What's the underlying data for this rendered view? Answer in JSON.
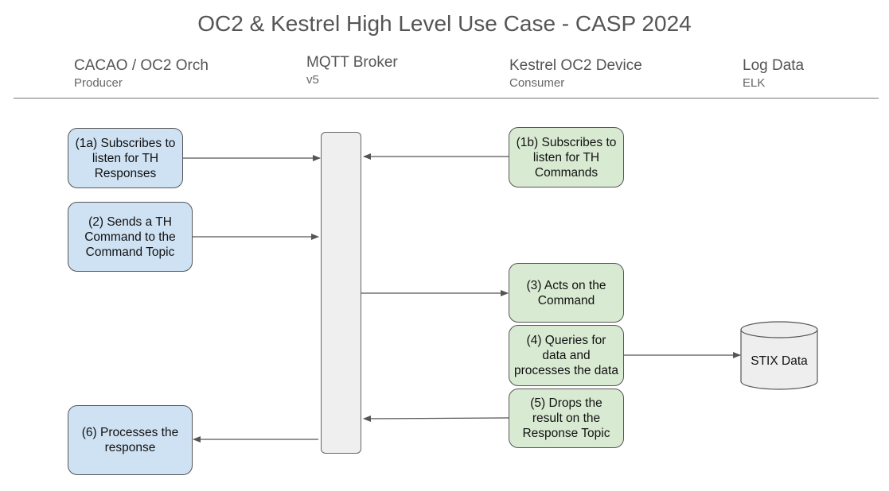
{
  "title": "OC2 & Kestrel High Level Use Case - CASP 2024",
  "lanes": [
    {
      "name": "CACAO / OC2 Orch",
      "role": "Producer"
    },
    {
      "name": "MQTT Broker",
      "role": "v5"
    },
    {
      "name": "Kestrel OC2 Device",
      "role": "Consumer"
    },
    {
      "name": "Log Data",
      "role": "ELK"
    }
  ],
  "steps": {
    "s1a": "(1a) Subscribes to listen for TH Responses",
    "s1b": "(1b) Subscribes to listen for TH Commands",
    "s2": "(2) Sends a TH Command to the Command Topic",
    "s3": "(3) Acts on the Command",
    "s4": "(4) Queries for data and processes the data",
    "s5": "(5) Drops the result on the Response Topic",
    "s6": "(6) Processes the response"
  },
  "datastore": {
    "label": "STIX Data"
  },
  "colors": {
    "producer_fill": "#cfe2f3",
    "consumer_fill": "#d9ead3",
    "broker_fill": "#efefef",
    "datastore_fill": "#eeeeee"
  }
}
